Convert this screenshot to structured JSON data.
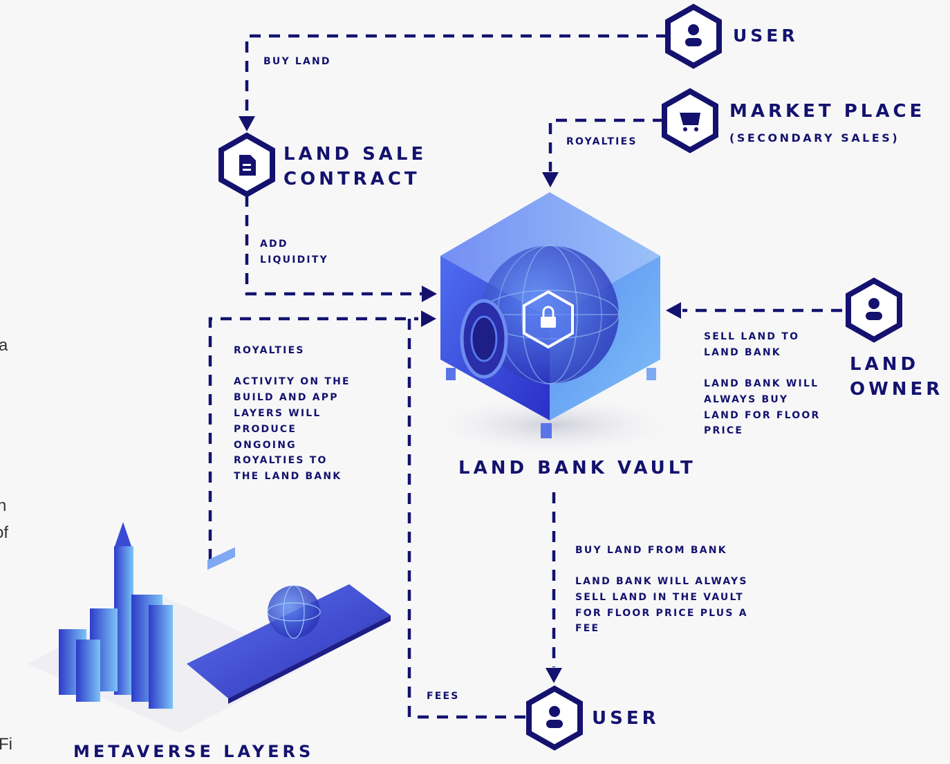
{
  "nodes": {
    "user_top": {
      "label": "USER"
    },
    "market_place": {
      "label": "MARKET PLACE",
      "sub": "(SECONDARY SALES)"
    },
    "land_sale_contract": {
      "line1": "LAND SALE",
      "line2": "CONTRACT"
    },
    "land_bank_vault": {
      "label": "LAND BANK VAULT"
    },
    "land_owner": {
      "line1": "LAND",
      "line2": "OWNER"
    },
    "user_bottom": {
      "label": "USER"
    },
    "metaverse_layers": {
      "label": "METAVERSE LAYERS"
    }
  },
  "edges": {
    "buy_land": "BUY LAND",
    "royalties_market": "ROYALTIES",
    "add_liquidity": {
      "line1": "ADD",
      "line2": "LIQUIDITY"
    },
    "royalties_layers": {
      "title": "ROYALTIES",
      "lines": [
        "ACTIVITY ON THE",
        "BUILD AND APP",
        "LAYERS WILL",
        "PRODUCE",
        "ONGOING",
        "ROYALTIES TO",
        "THE LAND BANK"
      ]
    },
    "sell_land": {
      "title_lines": [
        "SELL LAND TO",
        "LAND BANK"
      ],
      "lines": [
        "LAND BANK WILL",
        "ALWAYS BUY",
        "LAND FOR FLOOR",
        "PRICE"
      ]
    },
    "buy_from_bank": {
      "title": "BUY LAND FROM BANK",
      "lines": [
        "LAND BANK WILL ALWAYS",
        "SELL LAND IN THE VAULT",
        "FOR FLOOR PRICE PLUS A",
        "FEE"
      ]
    },
    "fees": "FEES"
  },
  "edge_text": {
    "a": "a",
    "n": "n",
    "of": "of",
    "fi": "Fi"
  },
  "colors": {
    "navy": "#14126e",
    "vault_blue": "#3a4fe0",
    "vault_light": "#6fa8f5",
    "background": "#f7f7f8"
  },
  "icons": [
    "user-icon",
    "cart-icon",
    "document-icon",
    "lock-icon",
    "globe-icon",
    "building-icon",
    "tablet-icon"
  ]
}
